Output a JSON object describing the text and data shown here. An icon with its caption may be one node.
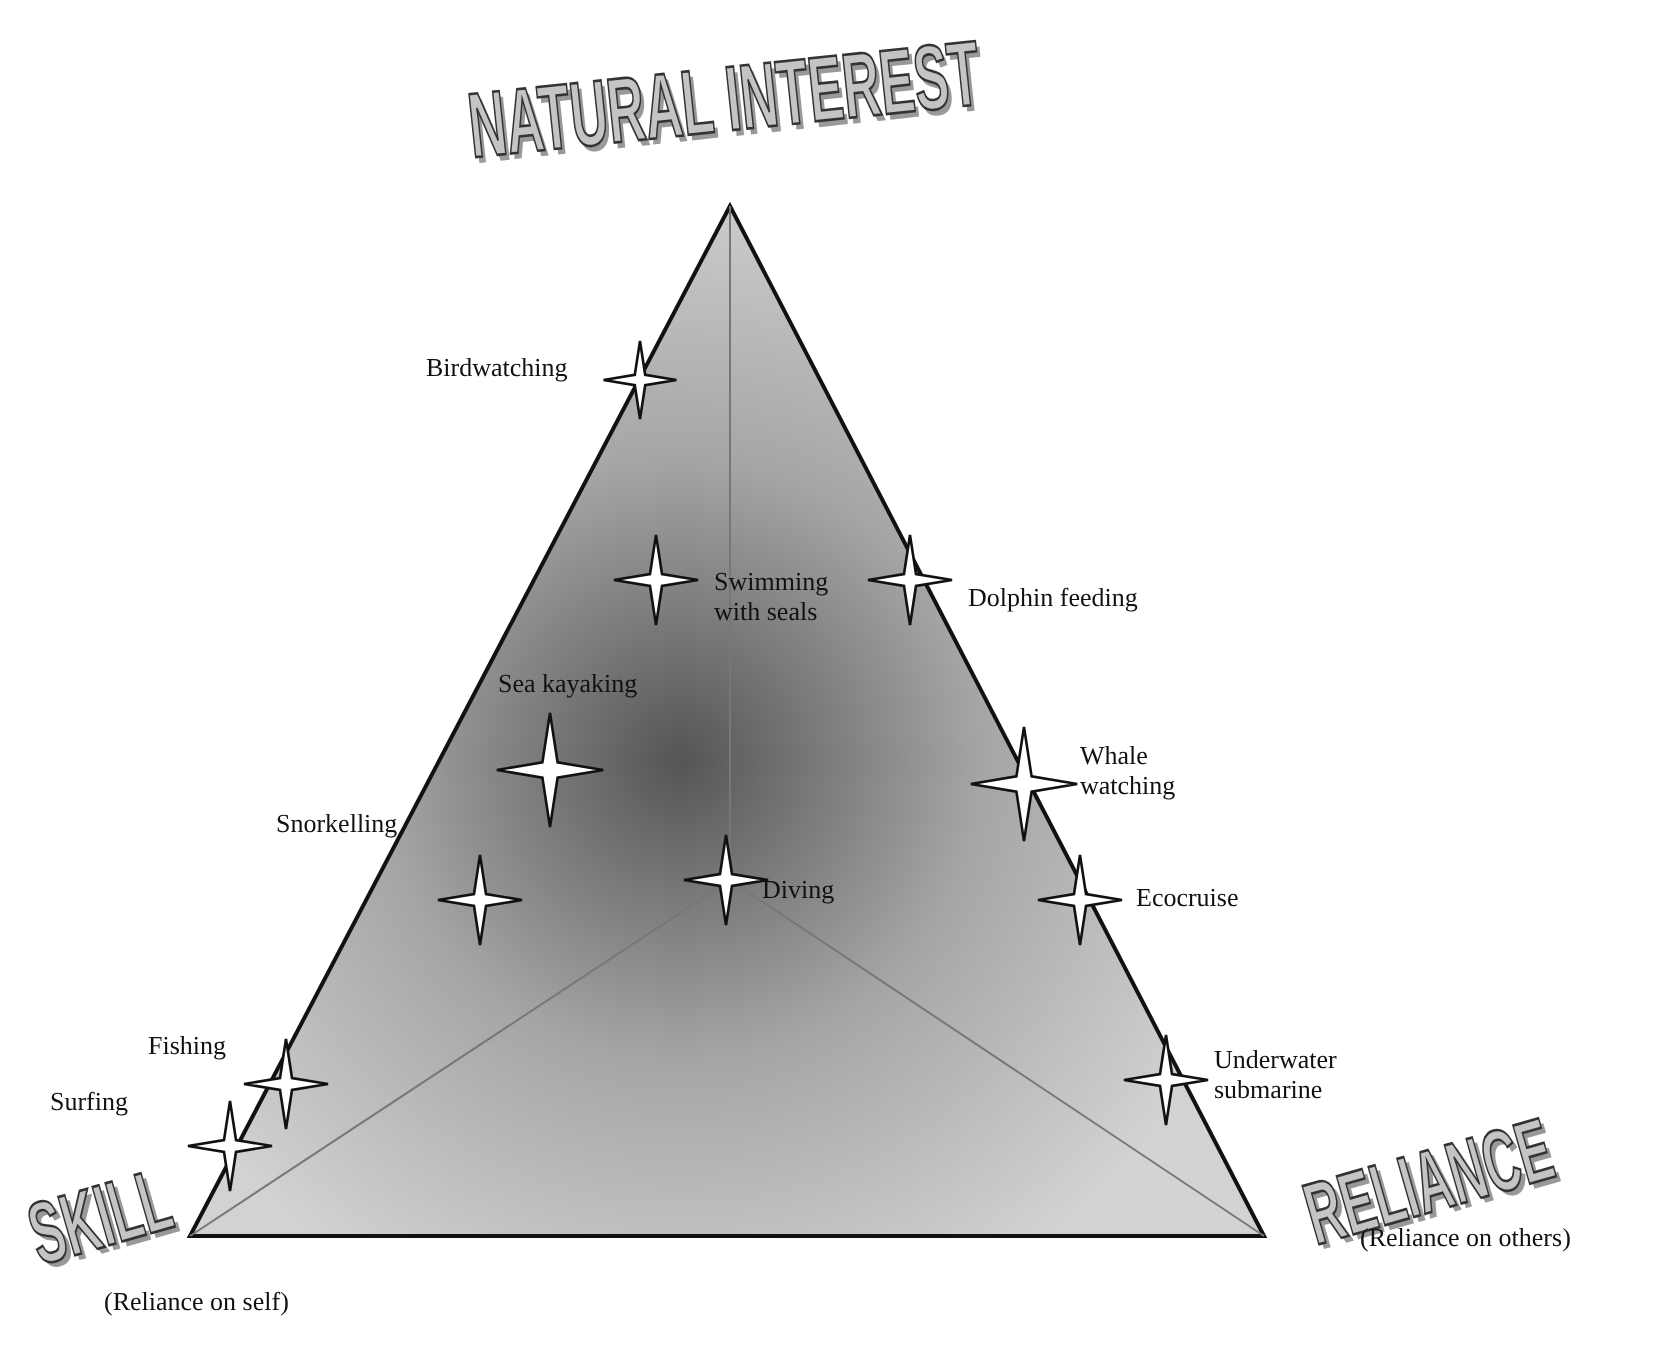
{
  "diagram": {
    "labels": [
      "NATURAL INTEREST",
      "Birdwatching",
      "Swimming with seals",
      "Dolphin feeding",
      "Sea kayaking",
      "Whale watching",
      "Snorkelling",
      "Diving",
      "Ecocruise",
      "Fishing",
      "Underwater submarine",
      "Surfing",
      "SKILL",
      "RELIANCE",
      "(Reliance on others)",
      "(Reliance on self)"
    ]
  }
}
